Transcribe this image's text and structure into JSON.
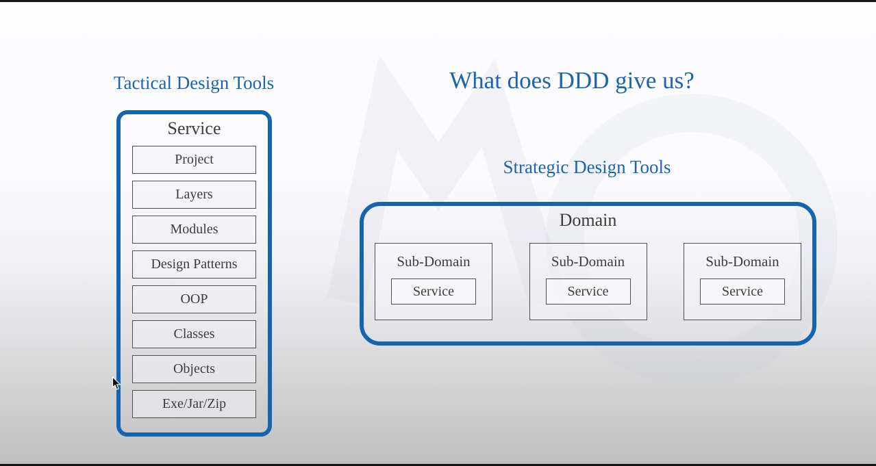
{
  "slide_title": "What does DDD give us?",
  "tactical": {
    "heading": "Tactical Design Tools",
    "container_label": "Service",
    "items": [
      "Project",
      "Layers",
      "Modules",
      "Design Patterns",
      "OOP",
      "Classes",
      "Objects",
      "Exe/Jar/Zip"
    ]
  },
  "strategic": {
    "heading": "Strategic Design Tools",
    "container_label": "Domain",
    "subdomains": [
      {
        "label": "Sub-Domain",
        "service": "Service"
      },
      {
        "label": "Sub-Domain",
        "service": "Service"
      },
      {
        "label": "Sub-Domain",
        "service": "Service"
      }
    ]
  },
  "colors": {
    "accent_blue": "#1565ae",
    "heading_blue": "#1d64ae",
    "text_dark": "#3c3c3c",
    "box_border": "#4e4e4e"
  }
}
